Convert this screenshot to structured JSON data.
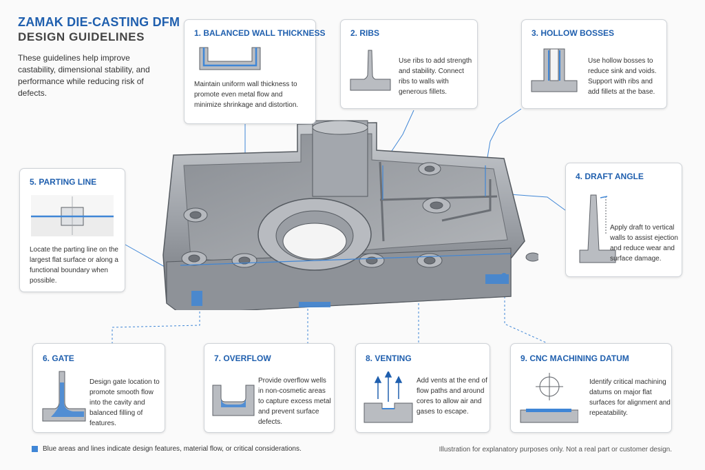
{
  "header": {
    "title_line1": "ZAMAK DIE-CASTING DFM",
    "title_line2": "DESIGN GUIDELINES",
    "intro": "These guidelines help improve castability, dimensional stability, and performance while reducing risk of defects."
  },
  "guidelines": [
    {
      "title": "1. BALANCED WALL THICKNESS",
      "text": "Maintain uniform wall thickness to promote even metal flow and minimize shrinkage and distortion."
    },
    {
      "title": "2. RIBS",
      "text": "Use ribs to add strength and stability. Connect ribs to walls with generous fillets."
    },
    {
      "title": "3. HOLLOW BOSSES",
      "text": "Use hollow bosses to reduce sink and voids. Support with ribs and add fillets at the base."
    },
    {
      "title": "4. DRAFT ANGLE",
      "text": "Apply draft to vertical walls to assist ejection and reduce wear and surface damage."
    },
    {
      "title": "5. PARTING LINE",
      "text": "Locate the parting line on the largest flat surface or along a functional boundary when possible."
    },
    {
      "title": "6. GATE",
      "text": "Design gate location to promote smooth flow into the cavity and balanced filling of features."
    },
    {
      "title": "7. OVERFLOW",
      "text": "Provide overflow wells in non-cosmetic areas to capture excess metal and prevent surface defects."
    },
    {
      "title": "8. VENTING",
      "text": "Add vents at the end of flow paths and around cores to allow air and gases to escape."
    },
    {
      "title": "9. CNC MACHINING DATUM",
      "text": "Identify critical machining datums on major flat surfaces for alignment and repeatability."
    }
  ],
  "footer": {
    "legend": "Blue areas and lines indicate design features, material flow, or critical considerations.",
    "disclaimer": "Illustration for explanatory purposes only. Not a real part or customer design."
  },
  "colors": {
    "accent": "#1f5fae",
    "feature_blue": "#3f86d6",
    "metal_gray": "#a9adb3",
    "card_border": "#cfd3d8"
  }
}
